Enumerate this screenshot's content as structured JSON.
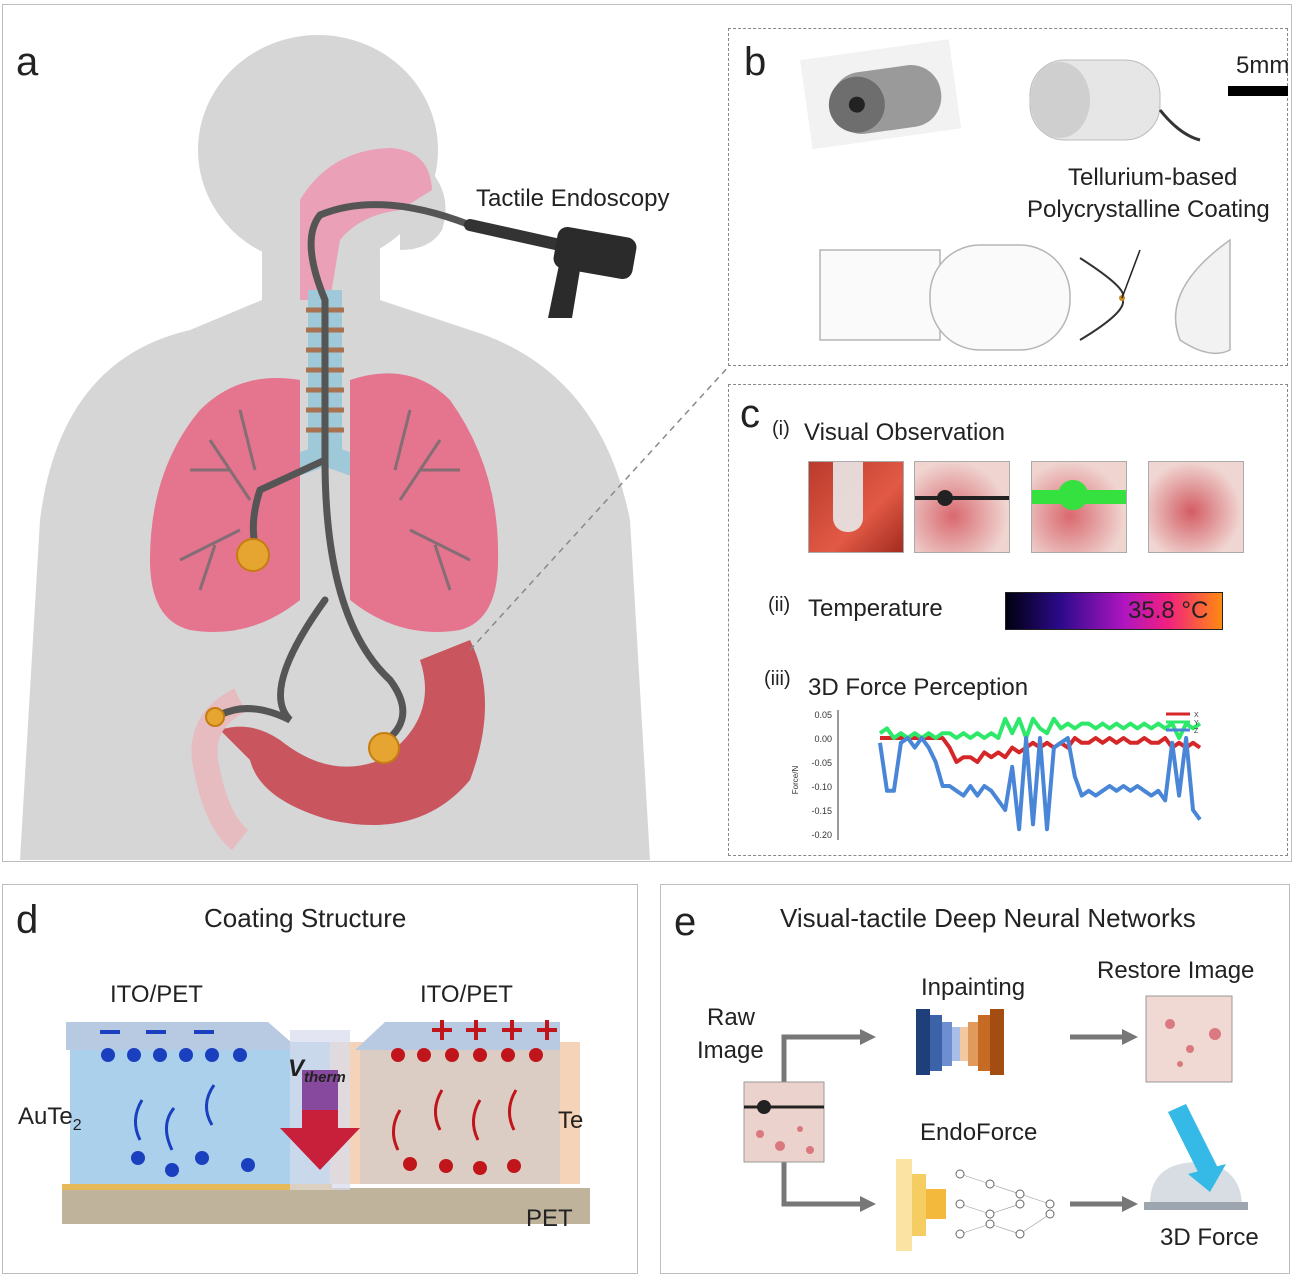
{
  "panel_a": {
    "label": "a",
    "endoscope_label": "Tactile Endoscopy"
  },
  "panel_b": {
    "label": "b",
    "scale_bar": "5mm",
    "coating_line1": "Tellurium-based",
    "coating_line2": "Polycrystalline Coating"
  },
  "panel_c": {
    "label": "c",
    "items": [
      {
        "num": "(i)",
        "title": "Visual Observation"
      },
      {
        "num": "(ii)",
        "title": "Temperature"
      },
      {
        "num": "(iii)",
        "title": "3D Force Perception"
      }
    ],
    "temperature_value": "35.8 °C",
    "colors": {
      "red": "#d62728",
      "green": "#2ee86a",
      "blue": "#4a86d8"
    }
  },
  "chart_data": {
    "type": "line",
    "ylabel": "Force/N",
    "ylim": [
      -0.2,
      0.05
    ],
    "yticks": [
      "0.05",
      "0.00",
      "-0.05",
      "-0.10",
      "-0.15",
      "-0.20"
    ],
    "series": [
      {
        "name": "X",
        "color": "#d62728",
        "values": [
          0.0,
          0.0,
          0.0,
          0.0,
          0.0,
          0.0,
          0.0,
          0.0,
          0.0,
          0.0,
          -0.02,
          -0.05,
          -0.04,
          -0.04,
          -0.05,
          -0.03,
          -0.04,
          -0.03,
          -0.04,
          -0.02,
          -0.03,
          -0.02,
          -0.01,
          -0.02,
          -0.01,
          -0.02,
          -0.01,
          -0.02,
          0.0,
          -0.01,
          -0.01,
          0.0,
          -0.01,
          0.0,
          -0.01,
          0.0,
          -0.01,
          -0.01,
          0.0,
          -0.01,
          -0.01,
          0.0,
          -0.02,
          -0.01,
          -0.02,
          -0.01,
          -0.02
        ]
      },
      {
        "name": "Y",
        "color": "#2ee86a",
        "values": [
          0.01,
          0.02,
          0.0,
          0.01,
          0.0,
          0.01,
          0.0,
          0.01,
          0.0,
          0.01,
          0.01,
          0.0,
          0.01,
          0.0,
          0.01,
          0.0,
          0.01,
          0.0,
          0.04,
          0.01,
          0.04,
          0.0,
          0.04,
          0.02,
          0.01,
          0.04,
          0.02,
          0.03,
          0.02,
          0.03,
          0.03,
          0.02,
          0.03,
          0.02,
          0.03,
          0.02,
          0.03,
          0.02,
          0.03,
          0.02,
          0.03,
          0.02,
          0.03,
          0.0,
          0.03,
          0.02,
          0.03
        ]
      },
      {
        "name": "Z",
        "color": "#4a86d8",
        "values": [
          -0.01,
          -0.11,
          -0.11,
          -0.01,
          0.0,
          -0.02,
          0.0,
          -0.02,
          -0.05,
          -0.1,
          -0.1,
          -0.11,
          -0.12,
          -0.1,
          -0.12,
          -0.1,
          -0.11,
          -0.13,
          -0.15,
          -0.06,
          -0.19,
          0.0,
          -0.18,
          0.0,
          -0.19,
          -0.02,
          -0.01,
          0.0,
          -0.08,
          -0.12,
          -0.11,
          -0.12,
          -0.11,
          -0.1,
          -0.11,
          -0.1,
          -0.11,
          -0.1,
          -0.11,
          -0.12,
          -0.11,
          -0.13,
          -0.01,
          -0.12,
          0.0,
          -0.15,
          -0.17
        ]
      }
    ]
  },
  "panel_d": {
    "label": "d",
    "title": "Coating Structure",
    "ito_left": "ITO/PET",
    "ito_right": "ITO/PET",
    "left_material": "AuTe",
    "left_subscript": "2",
    "right_material": "Te",
    "substrate": "PET",
    "v_main": "V",
    "v_sub": "therm",
    "colors": {
      "neg": "#1a3fbf",
      "pos": "#c0151b"
    }
  },
  "panel_e": {
    "label": "e",
    "title": "Visual-tactile Deep Neural Networks",
    "raw_line1": "Raw",
    "raw_line2": "Image",
    "inpainting": "Inpainting",
    "restore": "Restore Image",
    "endoforce": "EndoForce",
    "force3d": "3D Force"
  }
}
